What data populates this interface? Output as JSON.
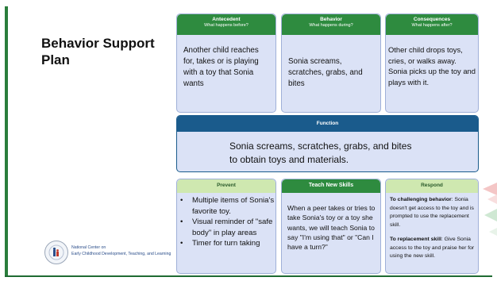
{
  "title": "Behavior Support Plan",
  "antecedent": {
    "title": "Antecedent",
    "subtitle": "What happens before?",
    "text": "Another child reaches for, takes or is playing with a toy that Sonia wants"
  },
  "behavior": {
    "title": "Behavior",
    "subtitle": "What happens during?",
    "text": "Sonia screams, scratches, grabs, and bites"
  },
  "consequences": {
    "title": "Consequences",
    "subtitle": "What happens after?",
    "text": "Other child drops toys, cries, or walks away. Sonia picks up the toy and plays with it."
  },
  "function": {
    "title": "Function",
    "text": "Sonia screams, scratches, grabs, and bites to obtain toys and materials."
  },
  "prevent": {
    "title": "Prevent",
    "items": [
      "Multiple items of Sonia's favorite toy.",
      "Visual reminder of \"safe body\" in play areas",
      "Timer for turn taking"
    ]
  },
  "teach": {
    "title": "Teach New Skills",
    "text": "When a peer takes or tries to take Sonia's toy or a toy she wants, we will teach Sonia to say \"I'm using that\" or \"Can I have a turn?\""
  },
  "respond": {
    "title": "Respond",
    "label1": "To challenging behavior",
    "text1": ": Sonia doesn't get access to the toy and is prompted to use the replacement skill.",
    "label2": "To replacement skill",
    "text2": ": Give Sonia access to the toy and praise her for using the new skill."
  },
  "footer": {
    "line1": "National Center on",
    "line2": "Early Childhood Development, Teaching, and Learning"
  },
  "colors": {
    "green_dark": "#2e8b3f",
    "green_light": "#cfe8b0",
    "lavender": "#dbe2f6",
    "navy": "#1a5b8c"
  }
}
